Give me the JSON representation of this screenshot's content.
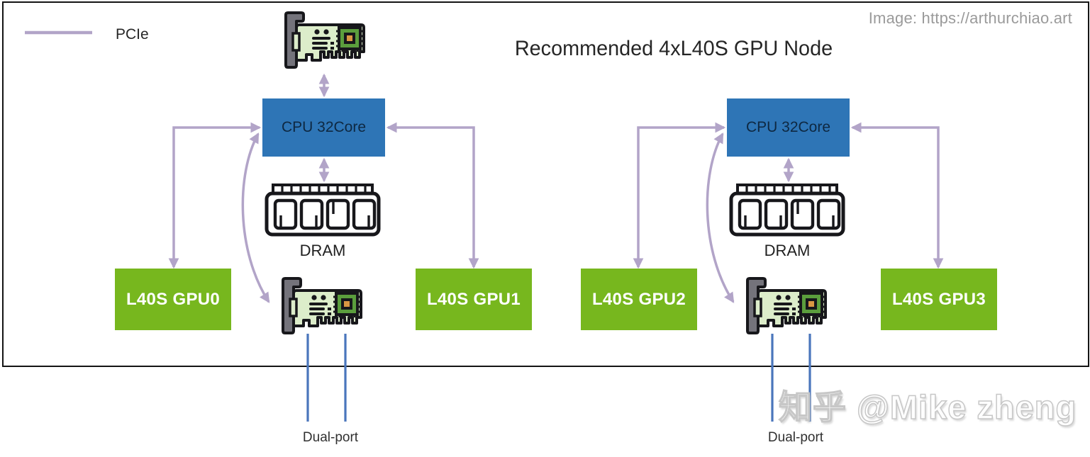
{
  "credit": "Image: https://arthurchiao.art",
  "title": "Recommended 4xL40S GPU Node",
  "legend": {
    "pcie": "PCIe"
  },
  "watermark": "知乎 @Mike zheng",
  "colors": {
    "cpu_fill": "#2E75B6",
    "gpu_fill": "#77B71E",
    "pcie_arrow": "#B2A4C8",
    "dual_port_line": "#4A76BC",
    "frame_border": "#141414"
  },
  "icons": {
    "nic": "pcie-nic-card-icon",
    "dram": "ram-module-icon"
  },
  "clusters": [
    {
      "cpu": "CPU 32Core",
      "dram": "DRAM",
      "gpu_left": "L40S GPU0",
      "gpu_right": "L40S GPU1",
      "dual_port": "Dual-port"
    },
    {
      "cpu": "CPU 32Core",
      "dram": "DRAM",
      "gpu_left": "L40S GPU2",
      "gpu_right": "L40S GPU3",
      "dual_port": "Dual-port"
    }
  ]
}
